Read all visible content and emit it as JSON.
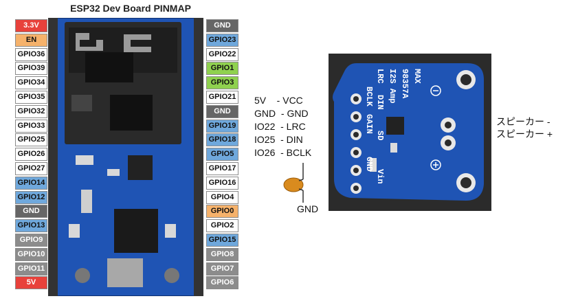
{
  "title": "ESP32 Dev Board PINMAP",
  "left_pins": [
    {
      "label": "3.3V",
      "color": "#e8413b"
    },
    {
      "label": "EN",
      "color": "#f6b26b"
    },
    {
      "label": "GPIO36",
      "color": "#ffffff"
    },
    {
      "label": "GPIO39",
      "color": "#ffffff"
    },
    {
      "label": "GPIO34",
      "color": "#ffffff"
    },
    {
      "label": "GPIO35",
      "color": "#ffffff"
    },
    {
      "label": "GPIO32",
      "color": "#ffffff"
    },
    {
      "label": "GPIO33",
      "color": "#ffffff"
    },
    {
      "label": "GPIO25",
      "color": "#ffffff"
    },
    {
      "label": "GPIO26",
      "color": "#ffffff"
    },
    {
      "label": "GPIO27",
      "color": "#ffffff"
    },
    {
      "label": "GPIO14",
      "color": "#6fa8dc"
    },
    {
      "label": "GPIO12",
      "color": "#6fa8dc"
    },
    {
      "label": "GND",
      "color": "#666666"
    },
    {
      "label": "GPIO13",
      "color": "#6fa8dc"
    },
    {
      "label": "GPIO9",
      "color": "#8c8c8c"
    },
    {
      "label": "GPIO10",
      "color": "#8c8c8c"
    },
    {
      "label": "GPIO11",
      "color": "#8c8c8c"
    },
    {
      "label": "5V",
      "color": "#e8413b"
    }
  ],
  "right_pins": [
    {
      "label": "GND",
      "color": "#666666"
    },
    {
      "label": "GPIO23",
      "color": "#6fa8dc"
    },
    {
      "label": "GPIO22",
      "color": "#ffffff"
    },
    {
      "label": "GPIO1",
      "color": "#8fd14f"
    },
    {
      "label": "GPIO3",
      "color": "#8fd14f"
    },
    {
      "label": "GPIO21",
      "color": "#ffffff"
    },
    {
      "label": "GND",
      "color": "#666666"
    },
    {
      "label": "GPIO19",
      "color": "#6fa8dc"
    },
    {
      "label": "GPIO18",
      "color": "#6fa8dc"
    },
    {
      "label": "GPIO5",
      "color": "#6fa8dc"
    },
    {
      "label": "GPIO17",
      "color": "#ffffff"
    },
    {
      "label": "GPIO16",
      "color": "#ffffff"
    },
    {
      "label": "GPIO4",
      "color": "#ffffff"
    },
    {
      "label": "GPIO0",
      "color": "#f6b26b"
    },
    {
      "label": "GPIO2",
      "color": "#ffffff"
    },
    {
      "label": "GPIO15",
      "color": "#6fa8dc"
    },
    {
      "label": "GPIO8",
      "color": "#8c8c8c"
    },
    {
      "label": "GPIO7",
      "color": "#8c8c8c"
    },
    {
      "label": "GPIO6",
      "color": "#8c8c8c"
    }
  ],
  "wiring": [
    "5V    - VCC",
    "GND  - GND",
    "IO22  - LRC",
    "IO25  - DIN",
    "IO26  - BCLK"
  ],
  "capacitor_label": "GND",
  "speaker": {
    "minus": "スピーカー -",
    "plus": "スピーカー +"
  },
  "module": {
    "brand": "MAX",
    "chip": "98357A",
    "name": "I2S Amp",
    "pins": [
      "LRC",
      "BCLK",
      "DIN",
      "GAIN",
      "SD",
      "GND",
      "Vin"
    ]
  },
  "colors": {
    "pcb": "#1f54b4",
    "pcb_dark": "#15408f"
  }
}
